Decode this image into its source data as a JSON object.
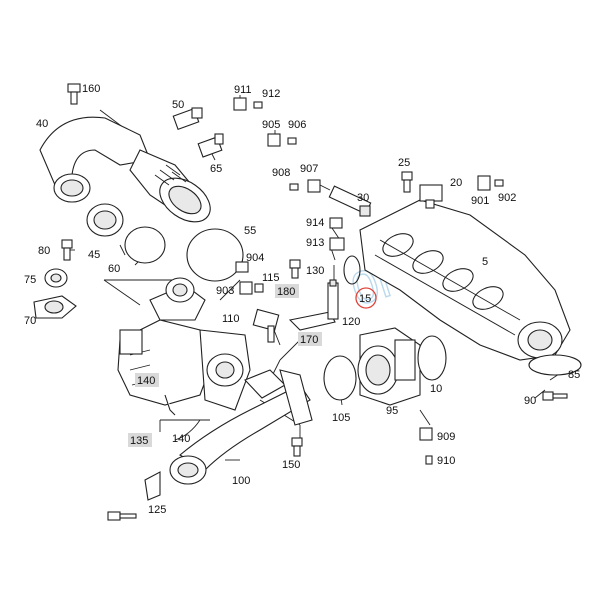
{
  "callouts": {
    "c160": "160",
    "c911": "911",
    "c912": "912",
    "c50": "50",
    "c905": "905",
    "c906": "906",
    "c40": "40",
    "c65": "65",
    "c908": "908",
    "c907": "907",
    "c25": "25",
    "c20": "20",
    "c901": "901",
    "c902": "902",
    "c30": "30",
    "c914": "914",
    "c913": "913",
    "c904": "904",
    "c55": "55",
    "c80": "80",
    "c45": "45",
    "c60": "60",
    "c75": "75",
    "c70": "70",
    "c130": "130",
    "c115": "115",
    "c903": "903",
    "c180": "180",
    "c110": "110",
    "c120": "120",
    "c15": "15",
    "c5": "5",
    "c170": "170",
    "c140a": "140",
    "c140b": "140",
    "c135": "135",
    "c105": "105",
    "c95": "95",
    "c10": "10",
    "c85": "85",
    "c90": "90",
    "c909": "909",
    "c910": "910",
    "c150": "150",
    "c100": "100",
    "c125": "125"
  },
  "watermark": "0F.SOL",
  "colors": {
    "highlight": "#d9d9d9",
    "ring": "#e0443a",
    "watermark": "#9ec9e6"
  }
}
